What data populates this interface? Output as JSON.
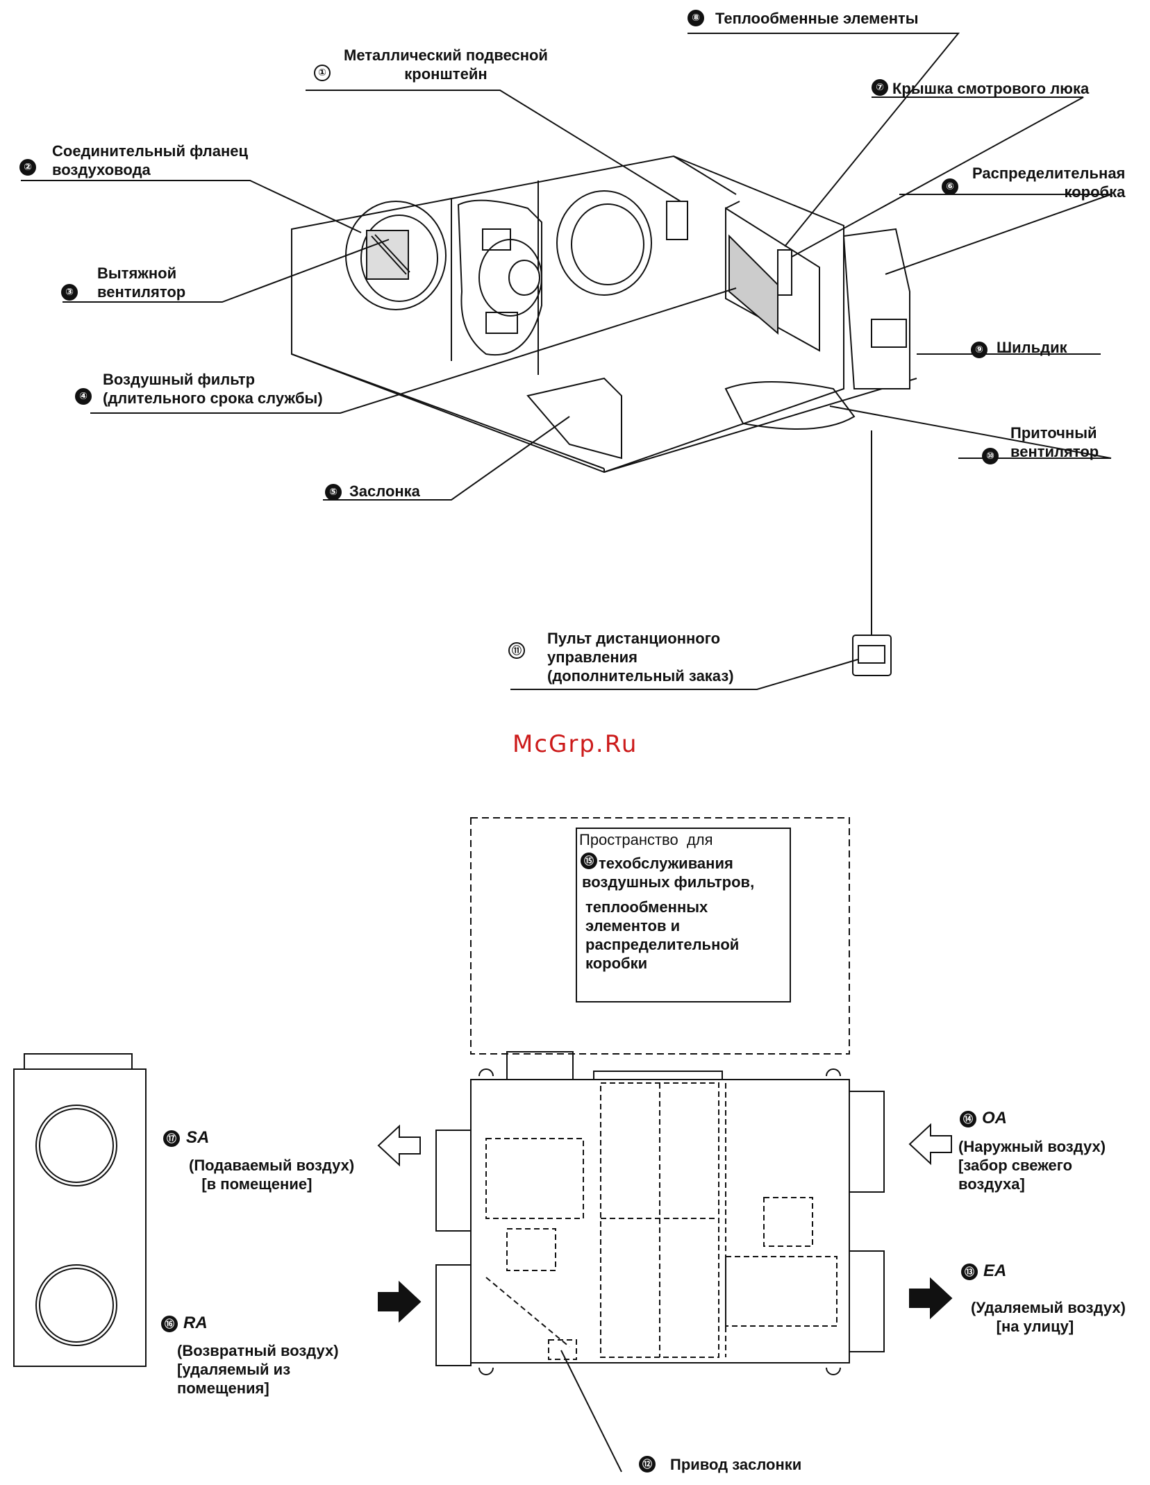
{
  "watermark": "McGrp.Ru",
  "top_labels": [
    {
      "id": "1",
      "text": "Металлический подвесной\nкронштейн"
    },
    {
      "id": "2",
      "text": "Соединительный фланец\nвоздуховода"
    },
    {
      "id": "3",
      "text": "Вытяжной\nвентилятор"
    },
    {
      "id": "4",
      "text": "Воздушный фильтр\n(длительного срока службы)"
    },
    {
      "id": "5",
      "text": "Заслонка"
    },
    {
      "id": "6",
      "text": "Распределительная\nкоробка"
    },
    {
      "id": "7",
      "text": "Крышка смотрового люка"
    },
    {
      "id": "8",
      "text": "Теплообменные элементы"
    },
    {
      "id": "9",
      "text": "Шильдик"
    },
    {
      "id": "10",
      "text": "Приточный\nвентилятор"
    },
    {
      "id": "11",
      "text": "Пульт дистанционного\nуправления\n(дополнительный заказ)"
    }
  ],
  "numbers": {
    "n1": "①",
    "n2": "②",
    "n3": "③",
    "n4": "④",
    "n5": "⑤",
    "n6": "⑥",
    "n7": "⑦",
    "n8": "⑧",
    "n9": "⑨",
    "n10": "⑩",
    "n11": "⑪",
    "n12": "⑫",
    "n13": "⑬",
    "n14": "⑭",
    "n15": "⑮",
    "n16": "⑯",
    "n17": "⑰"
  },
  "service_space": {
    "line1": "Пространство  для",
    "line2": "техобслуживания",
    "line3": "воздушных фильтров,",
    "line4": "теплообменных\nэлементов и\nраспределительной\nкоробки"
  },
  "airflows": {
    "sa": {
      "code": "SA",
      "text": "(Подаваемый воздух)\n   [в помещение]"
    },
    "ra": {
      "code": "RA",
      "text": "(Возвратный воздух)\n[удаляемый из\nпомещения]"
    },
    "oa": {
      "code": "OA",
      "text": "(Наружный воздух)\n[забор свежего\nвоздуха]"
    },
    "ea": {
      "code": "EA",
      "text": "(Удаляемый воздух)\n      [на улицу]"
    }
  },
  "damper_drive": "Привод заслонки"
}
